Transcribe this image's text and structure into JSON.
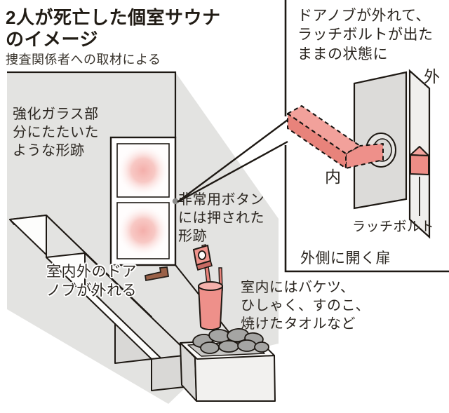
{
  "header": {
    "title_line1": "2人が死亡した個室サウナ",
    "title_line2": "のイメージ",
    "subtitle": "捜査関係者への取材による"
  },
  "main_labels": {
    "glass": "強化ガラス部\n分にたたいた\nような形跡",
    "emergency_button": "非常用ボタン\nには押された\n形跡",
    "door_knob": "室内外のドア\nノブが外れる",
    "room_items": "室内にはバケツ、\nひしゃく、すのこ、\n焼けたタオルなど"
  },
  "panel": {
    "caption": "ドアノブが外れて、\nラッチボルトが出た\nままの状態に",
    "outside_label": "外",
    "inside_label": "内",
    "latch_label": "ラッチボルト",
    "door_note": "外側に開く扉"
  },
  "colors": {
    "pink_object": "#ee908a",
    "pink_light": "#f5b1ab",
    "glow_pink": "#f2a19c",
    "wall_gray": "#e3e3e1",
    "stone_gray": "#a5a5a3",
    "handle_brown": "#9a6148",
    "line_black": "#1d1813"
  }
}
